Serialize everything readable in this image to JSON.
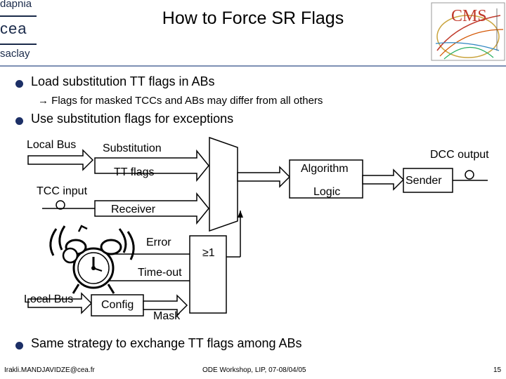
{
  "slide": {
    "title": "How to Force SR Flags",
    "logos": {
      "left": [
        "dapnia",
        "cea",
        "saclay"
      ],
      "right": "CMS"
    },
    "bullets": [
      {
        "text": "Load substitution TT flags in ABs",
        "sub": "→ Flags for masked TCCs and ABs may differ from all others"
      },
      {
        "text": "Use substitution flags for exceptions"
      },
      {
        "text": "Same strategy to exchange TT flags among ABs"
      }
    ],
    "footer": {
      "author": "Irakli.MANDJAVIDZE@cea.fr",
      "event": "ODE Workshop, LIP, 07-08/04/05",
      "page": "15"
    }
  },
  "diagram": {
    "local_bus_top": "Local Bus",
    "substitution": "Substitution",
    "tt_flags": "TT flags",
    "algorithm": "Algorithm",
    "logic": "Logic",
    "dcc_output": "DCC output",
    "sender": "Sender",
    "tcc_input": "TCC input",
    "receiver": "Receiver",
    "error": "Error",
    "geq1": "≥1",
    "timeout": "Time-out",
    "local_bus_bottom": "Local Bus",
    "config": "Config",
    "mask": "Mask"
  },
  "colors": {
    "bullet": "#1c2f66",
    "rule": "#7d90b4",
    "cms_red": "#c0392b"
  }
}
